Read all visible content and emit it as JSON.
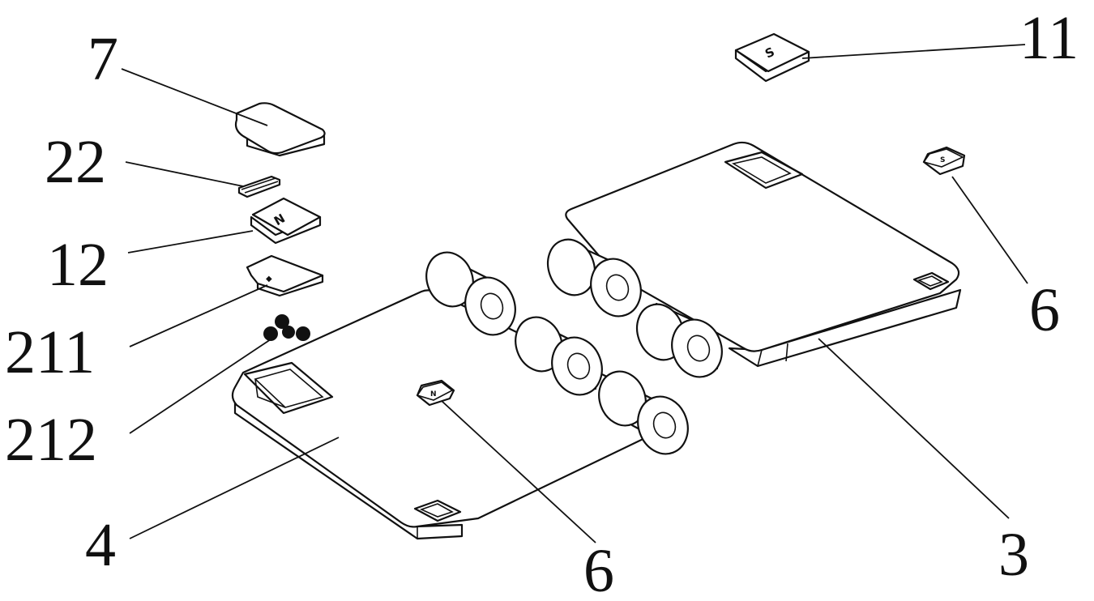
{
  "callouts": {
    "c7": "7",
    "c22": "22",
    "c12": "12",
    "c211": "211",
    "c212": "212",
    "c4": "4",
    "c6_bottom": "6",
    "c3": "3",
    "c6_right": "6",
    "c11": "11"
  },
  "part_marks": {
    "magnet_12": "N",
    "magnet_11": "S",
    "small_magnet_right": "S",
    "small_magnet_center": "N"
  }
}
